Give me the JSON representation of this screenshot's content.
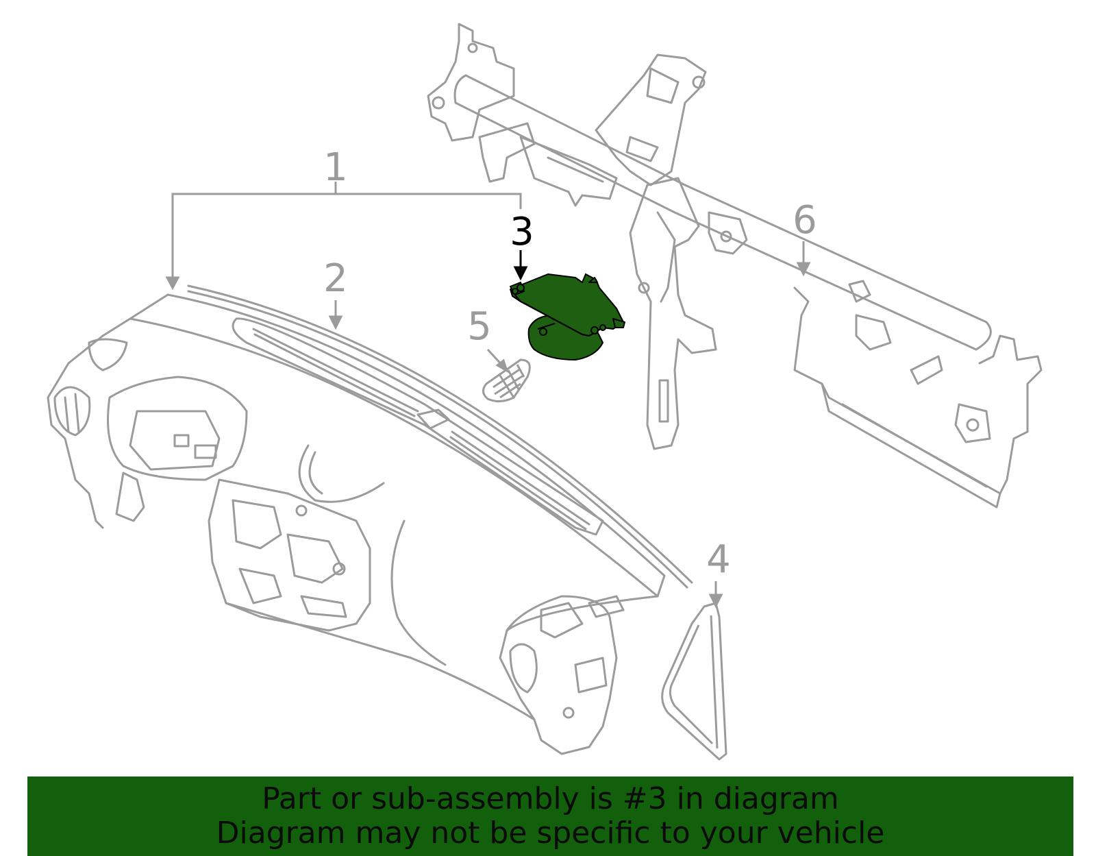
{
  "callouts": {
    "c1": "1",
    "c2": "2",
    "c3": "3",
    "c4": "4",
    "c5": "5",
    "c6": "6"
  },
  "banner": {
    "line1": "Part or sub-assembly is #3 in diagram",
    "line2": "Diagram may not be specific to your vehicle"
  },
  "colors": {
    "line_gray": "#9b9b9b",
    "highlight_green": "#1e5f12",
    "banner_green": "#125f0c",
    "text_black": "#000000"
  }
}
